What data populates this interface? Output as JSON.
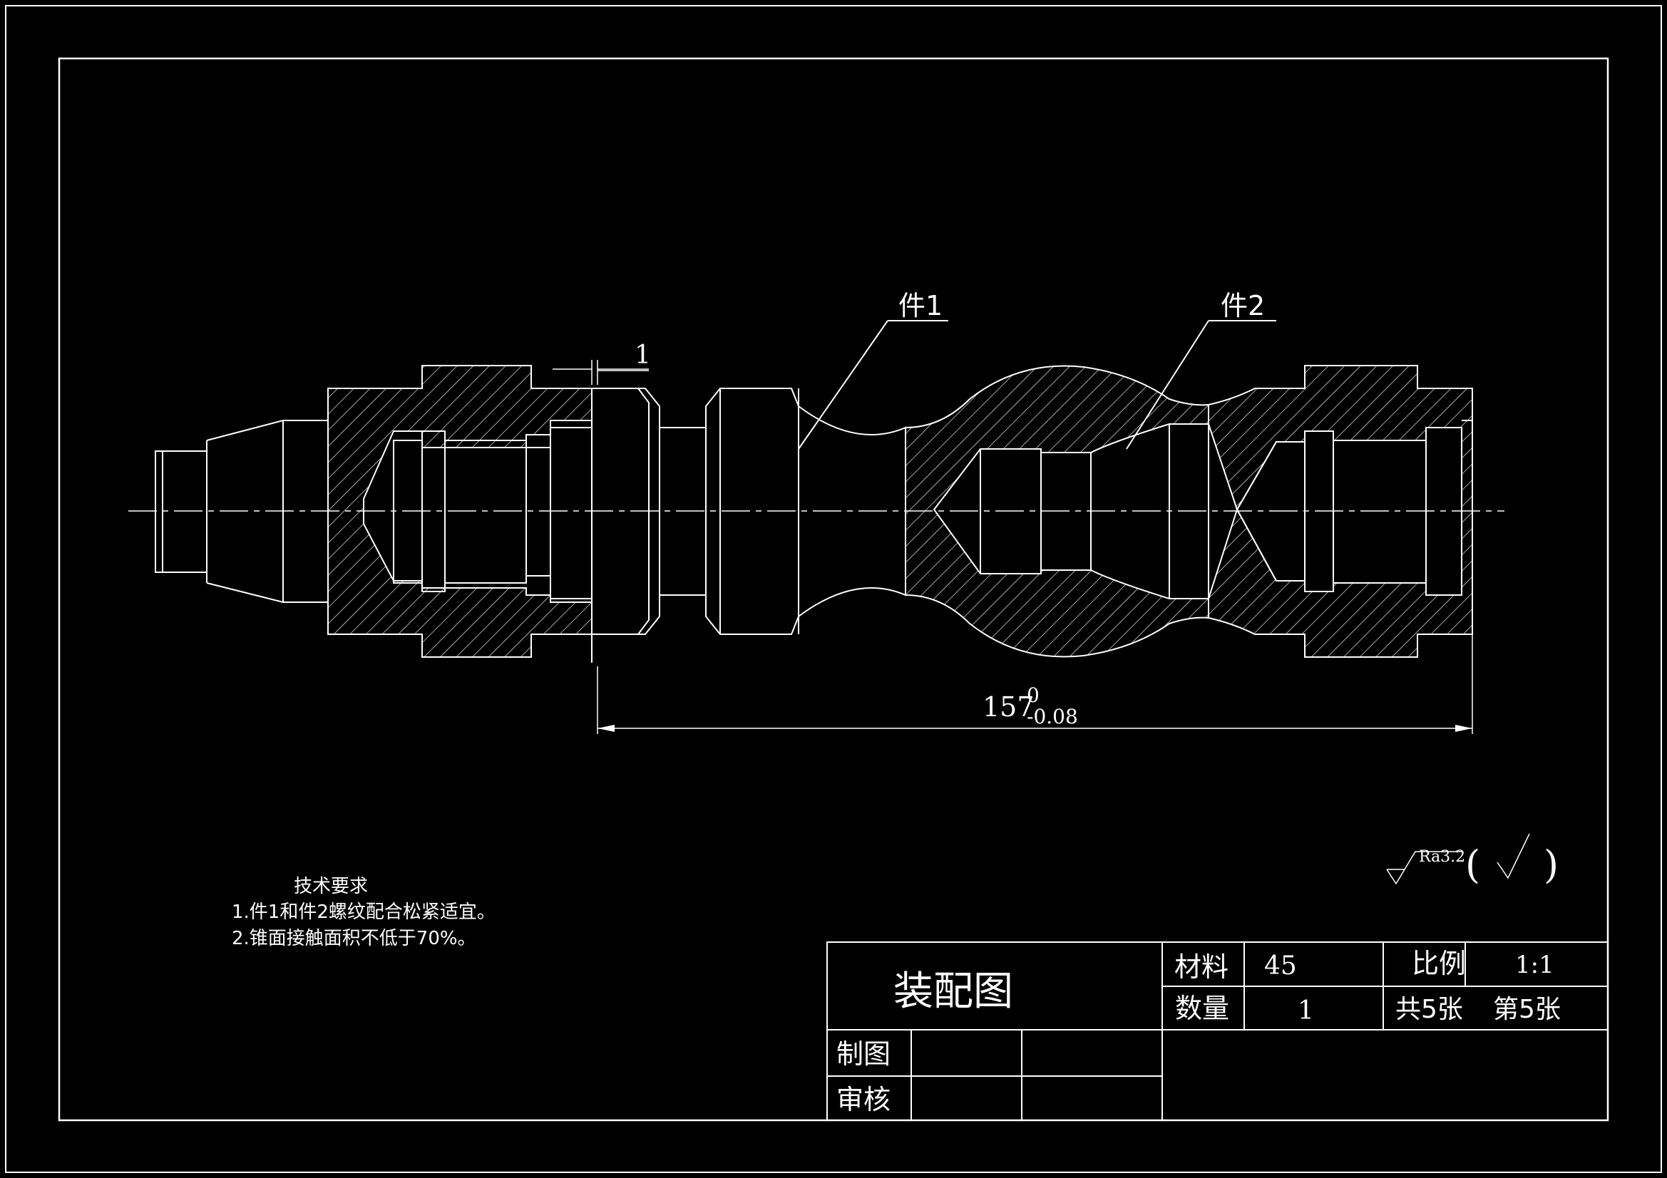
{
  "colors": {
    "background": "#000000",
    "line": "#ffffff"
  },
  "callouts": {
    "part1": "件1",
    "part2": "件2"
  },
  "dimensions": {
    "gap_value": "1",
    "length_base": "157",
    "length_tol_upper": "0",
    "length_tol_lower": "-0.08"
  },
  "surface_finish": {
    "symbol_text": "Ra3.2",
    "bracket_left": "(",
    "bracket_right": ")"
  },
  "tech_requirements": {
    "heading": "技术要求",
    "items": [
      "1.件1和件2螺纹配合松紧适宜。",
      "2.锥面接触面积不低于70%。"
    ]
  },
  "title_block": {
    "drawing_title": "装配图",
    "material_label": "材料",
    "material_value": "45",
    "scale_label": "比例",
    "scale_value": "1:1",
    "quantity_label": "数量",
    "quantity_value": "1",
    "sheets_total": "共5张",
    "sheet_number": "第5张",
    "drawn_by_label": "制图",
    "checked_by_label": "审核"
  }
}
